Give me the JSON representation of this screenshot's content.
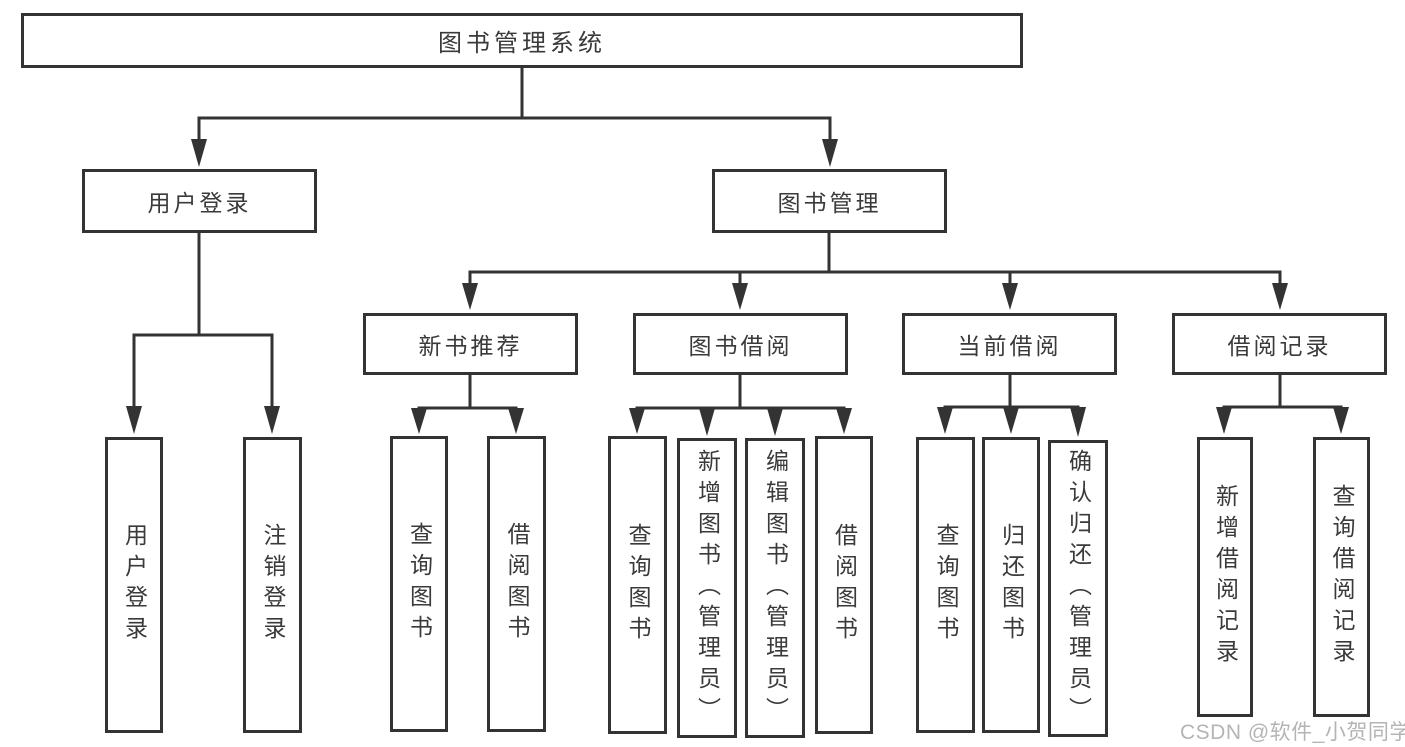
{
  "diagram_title": "图书管理系统",
  "tree": {
    "root": "图书管理系统",
    "branches": [
      {
        "label": "用户登录",
        "children": [
          "用户登录",
          "注销登录"
        ]
      },
      {
        "label": "图书管理",
        "children": [
          {
            "label": "新书推荐",
            "children": [
              "查询图书",
              "借阅图书"
            ]
          },
          {
            "label": "图书借阅",
            "children": [
              "查询图书",
              "新增图书（管理员）",
              "编辑图书（管理员）",
              "借阅图书"
            ]
          },
          {
            "label": "当前借阅",
            "children": [
              "查询图书",
              "归还图书",
              "确认归还（管理员）"
            ]
          },
          {
            "label": "借阅记录",
            "children": [
              "新增借阅记录",
              "查询借阅记录"
            ]
          }
        ]
      }
    ]
  },
  "watermark": {
    "text": "CSDN @软件_小贺同学"
  },
  "colors": {
    "line": "#333333",
    "box_border": "#333333",
    "text": "#3a3a3a",
    "watermark": "#b4b4b4",
    "background": "#ffffff"
  }
}
